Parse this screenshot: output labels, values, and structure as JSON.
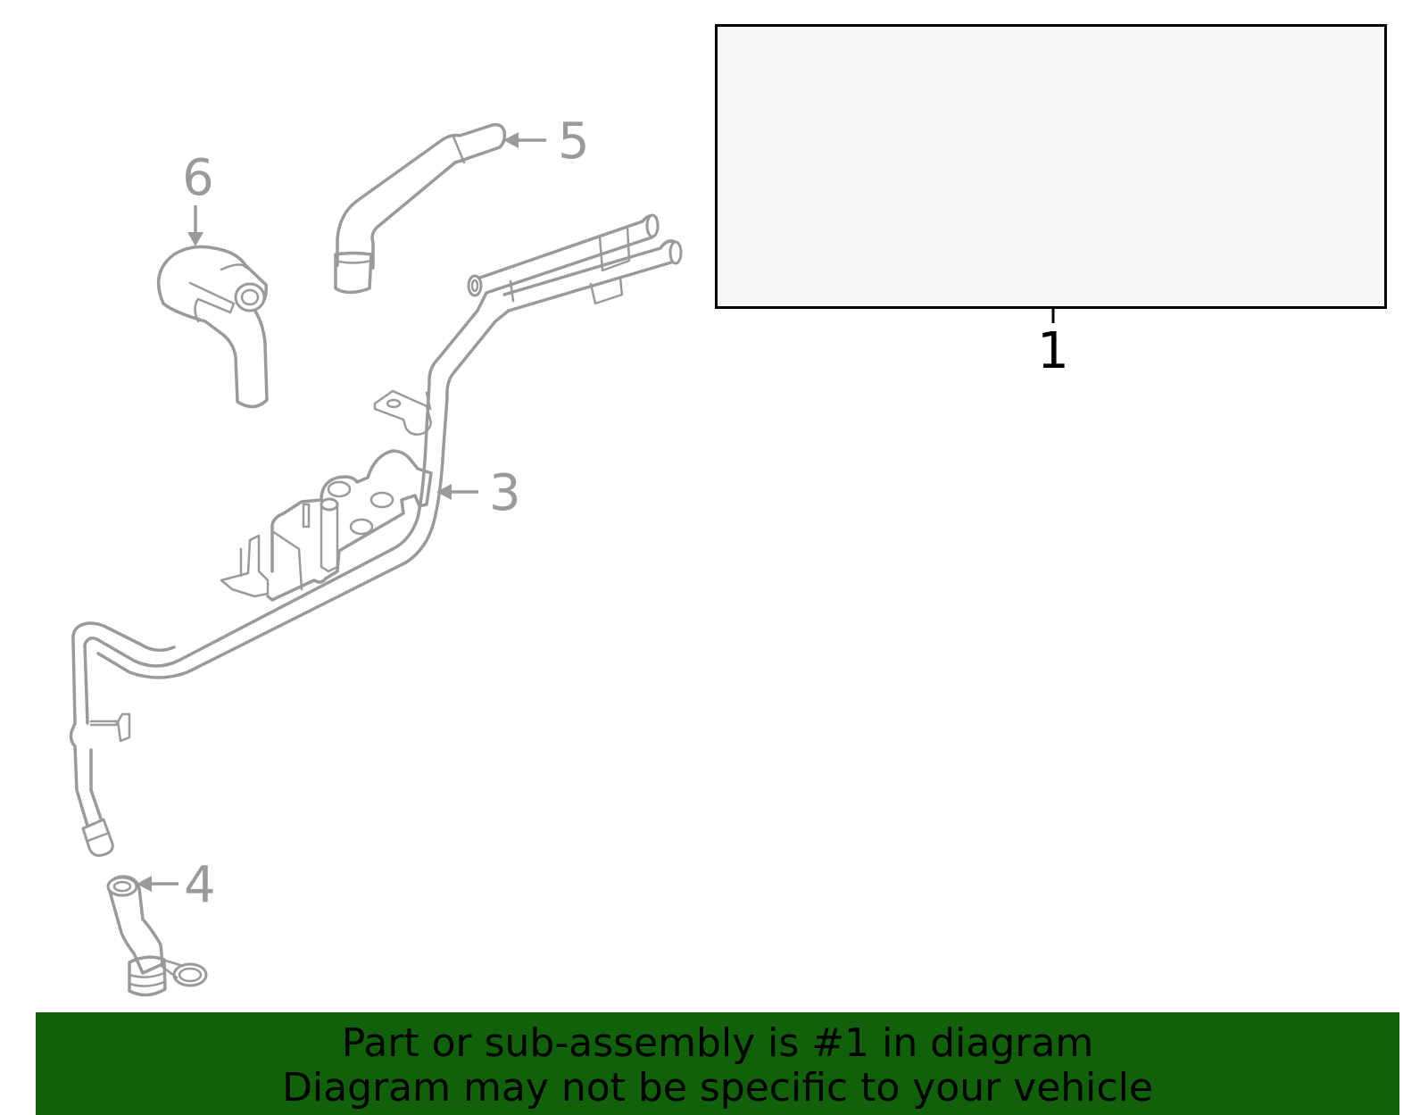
{
  "diagram": {
    "callouts": {
      "part1": "1",
      "part3": "3",
      "part4": "4",
      "part5": "5",
      "part6": "6"
    }
  },
  "footer": {
    "line1": "Part or sub-assembly is #1 in diagram",
    "line2": "Diagram may not be specific to your vehicle"
  },
  "colors": {
    "part_stroke": "#9a9a9a",
    "highlight_callout": "#000000",
    "banner_background": "#11610a",
    "component_box_fill": "#f7f7f7"
  }
}
